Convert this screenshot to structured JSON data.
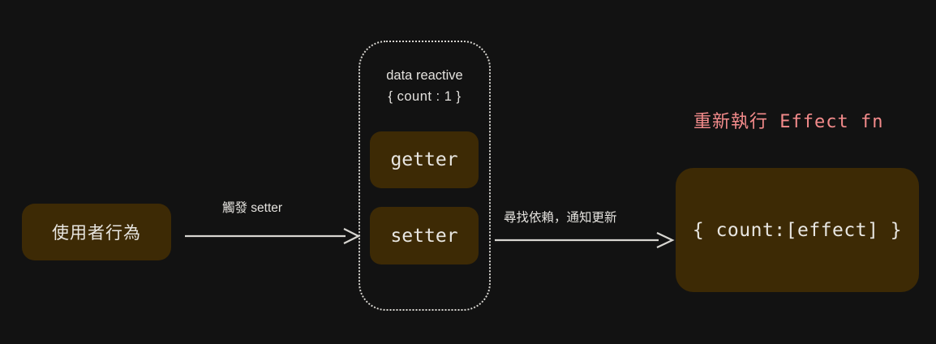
{
  "diagram": {
    "title": "Vue reactivity flow",
    "background_color": "#121212",
    "node_fill_color": "#3d2a05",
    "text_color": "#e8e6e1",
    "accent_color": "#f38b8b",
    "stroke_color": "#d8d6d1"
  },
  "nodes": {
    "user_action": {
      "label": "使用者行為"
    },
    "reactive_group": {
      "caption_line1": "data reactive",
      "caption_line2": "{ count : 1 }",
      "getter": "getter",
      "setter": "setter"
    },
    "effect": {
      "title": "重新執行 Effect fn",
      "body": "{ count:[effect] }"
    }
  },
  "arrows": [
    {
      "name": "trigger-setter",
      "label": "觸發 setter",
      "from": "user_action",
      "to": "setter"
    },
    {
      "name": "notify-update",
      "label": "尋找依賴，通知更新",
      "from": "setter",
      "to": "effect"
    }
  ]
}
